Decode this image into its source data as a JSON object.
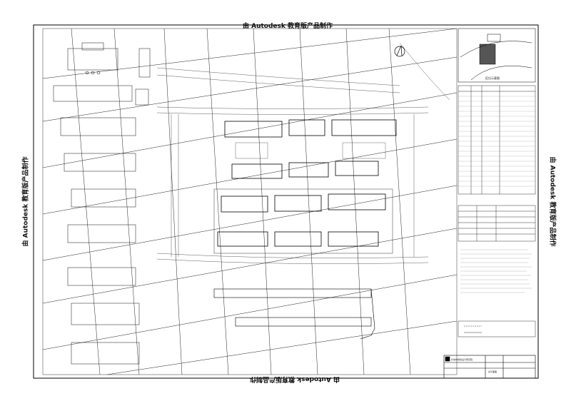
{
  "watermark": {
    "top": "由 Autodesk 教育版产品制作",
    "bottom": "由 Autodesk 教育版产品制作",
    "left": "由 Autodesk 教育版产品制作",
    "right": "由 Autodesk 教育版产品制作"
  },
  "title_block": {
    "institute": "长城市规划设计研究院",
    "drawing_name": "总平面图"
  },
  "location_map": {
    "label": "区位示意图"
  }
}
